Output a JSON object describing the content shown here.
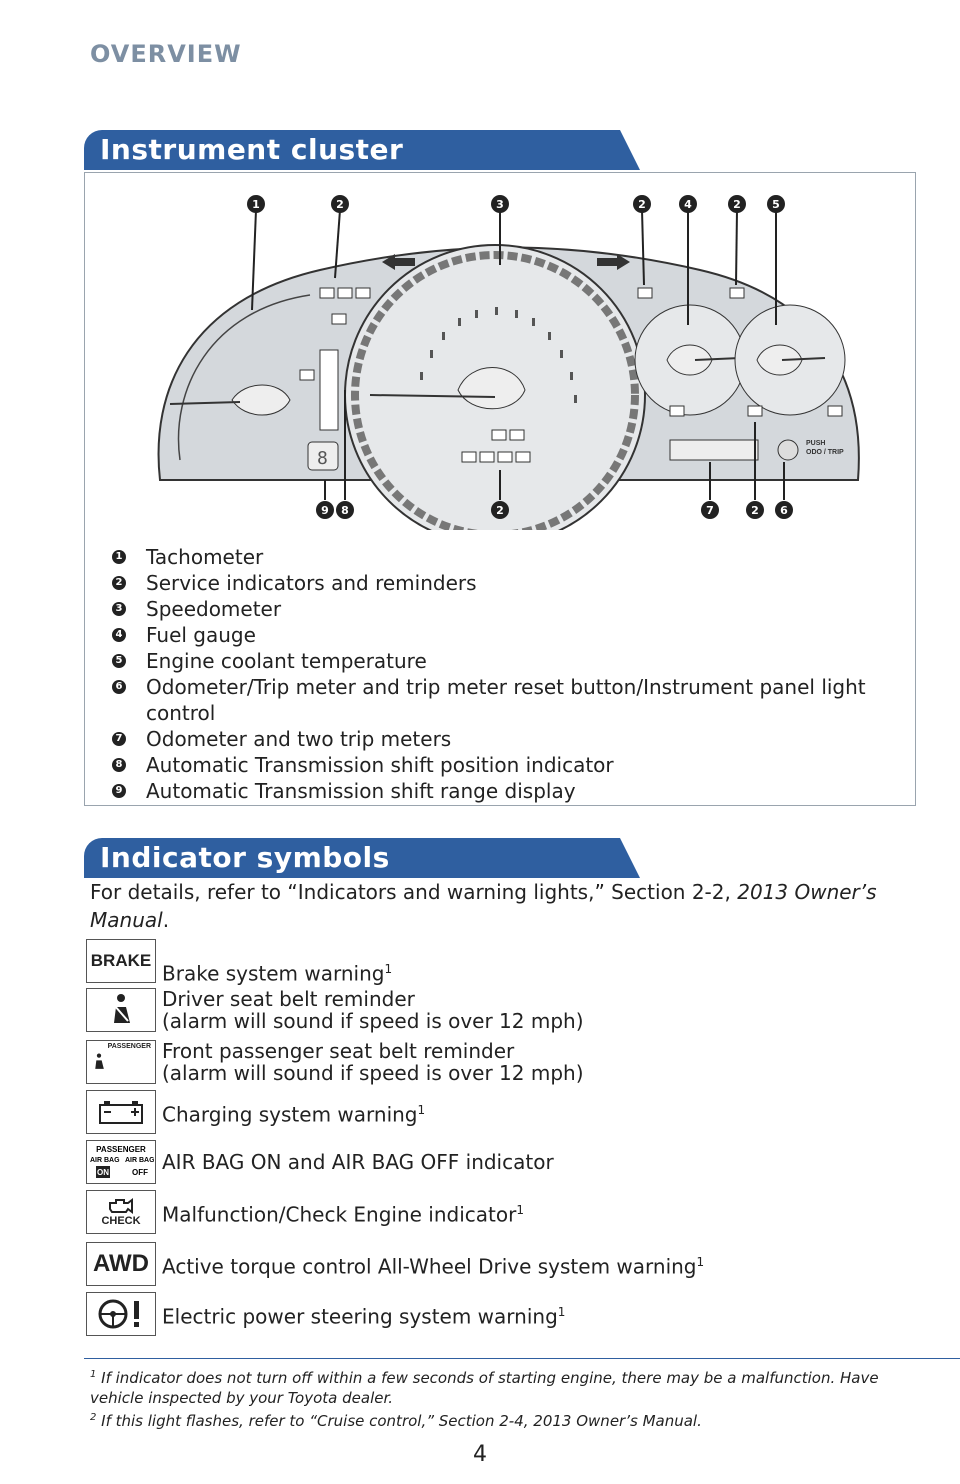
{
  "header": {
    "section": "OVERVIEW"
  },
  "cluster": {
    "title": "Instrument cluster",
    "push_label_1": "PUSH",
    "push_label_2": "ODO / TRIP",
    "callouts_top": [
      "1",
      "2",
      "3",
      "2",
      "4",
      "2",
      "5"
    ],
    "callouts_bottom": [
      "9",
      "8",
      "2",
      "7",
      "2",
      "6"
    ],
    "legend": [
      {
        "num": "1",
        "text": "Tachometer"
      },
      {
        "num": "2",
        "text": "Service indicators and reminders"
      },
      {
        "num": "3",
        "text": "Speedometer"
      },
      {
        "num": "4",
        "text": "Fuel gauge"
      },
      {
        "num": "5",
        "text": "Engine coolant temperature"
      },
      {
        "num": "6",
        "text": "Odometer/Trip meter and trip meter reset button/Instrument panel light control"
      },
      {
        "num": "7",
        "text": "Odometer and two trip meters"
      },
      {
        "num": "8",
        "text": "Automatic Transmission shift position indicator"
      },
      {
        "num": "9",
        "text": "Automatic Transmission shift range display"
      }
    ]
  },
  "indicators": {
    "title": "Indicator symbols",
    "intro": "For details, refer to “Indicators and warning lights,” Section 2-2, ",
    "intro_italic": "2013 Owner’s Manual",
    "intro_end": ".",
    "items": [
      {
        "icon": "brake-icon",
        "icon_text": "BRAKE",
        "line1": "Brake system warning",
        "sup": "1",
        "line2": ""
      },
      {
        "icon": "driver-seatbelt-icon",
        "icon_text": "",
        "line1": "Driver seat belt reminder",
        "sup": "",
        "line2": "(alarm will sound if speed is over 12 mph)"
      },
      {
        "icon": "passenger-seatbelt-icon",
        "icon_text": "PASSENGER",
        "line1": "Front passenger seat belt reminder",
        "sup": "",
        "line2": "(alarm will sound if speed is over 12 mph)"
      },
      {
        "icon": "battery-icon",
        "icon_text": "",
        "line1": "Charging system warning",
        "sup": "1",
        "line2": ""
      },
      {
        "icon": "airbag-icon",
        "icon_text": "PASSENGER AIR BAG ON OFF",
        "line1": "AIR BAG ON and AIR BAG OFF indicator",
        "sup": "",
        "line2": ""
      },
      {
        "icon": "check-engine-icon",
        "icon_text": "CHECK",
        "line1": "Malfunction/Check Engine indicator",
        "sup": "1",
        "line2": ""
      },
      {
        "icon": "awd-icon",
        "icon_text": "AWD",
        "line1": "Active torque control All-Wheel Drive system warning",
        "sup": "1",
        "line2": ""
      },
      {
        "icon": "power-steering-icon",
        "icon_text": "",
        "line1": "Electric power steering system warning",
        "sup": "1",
        "line2": ""
      }
    ]
  },
  "footnotes": {
    "f1_mark": "1",
    "f1": "If indicator does not turn off within a few seconds of starting engine, there may be a malfunction. Have vehicle inspected by your Toyota dealer.",
    "f2_mark": "2",
    "f2": "If this light flashes, refer to “Cruise control,” Section 2-4, 2013 Owner’s Manual."
  },
  "page_number": "4"
}
